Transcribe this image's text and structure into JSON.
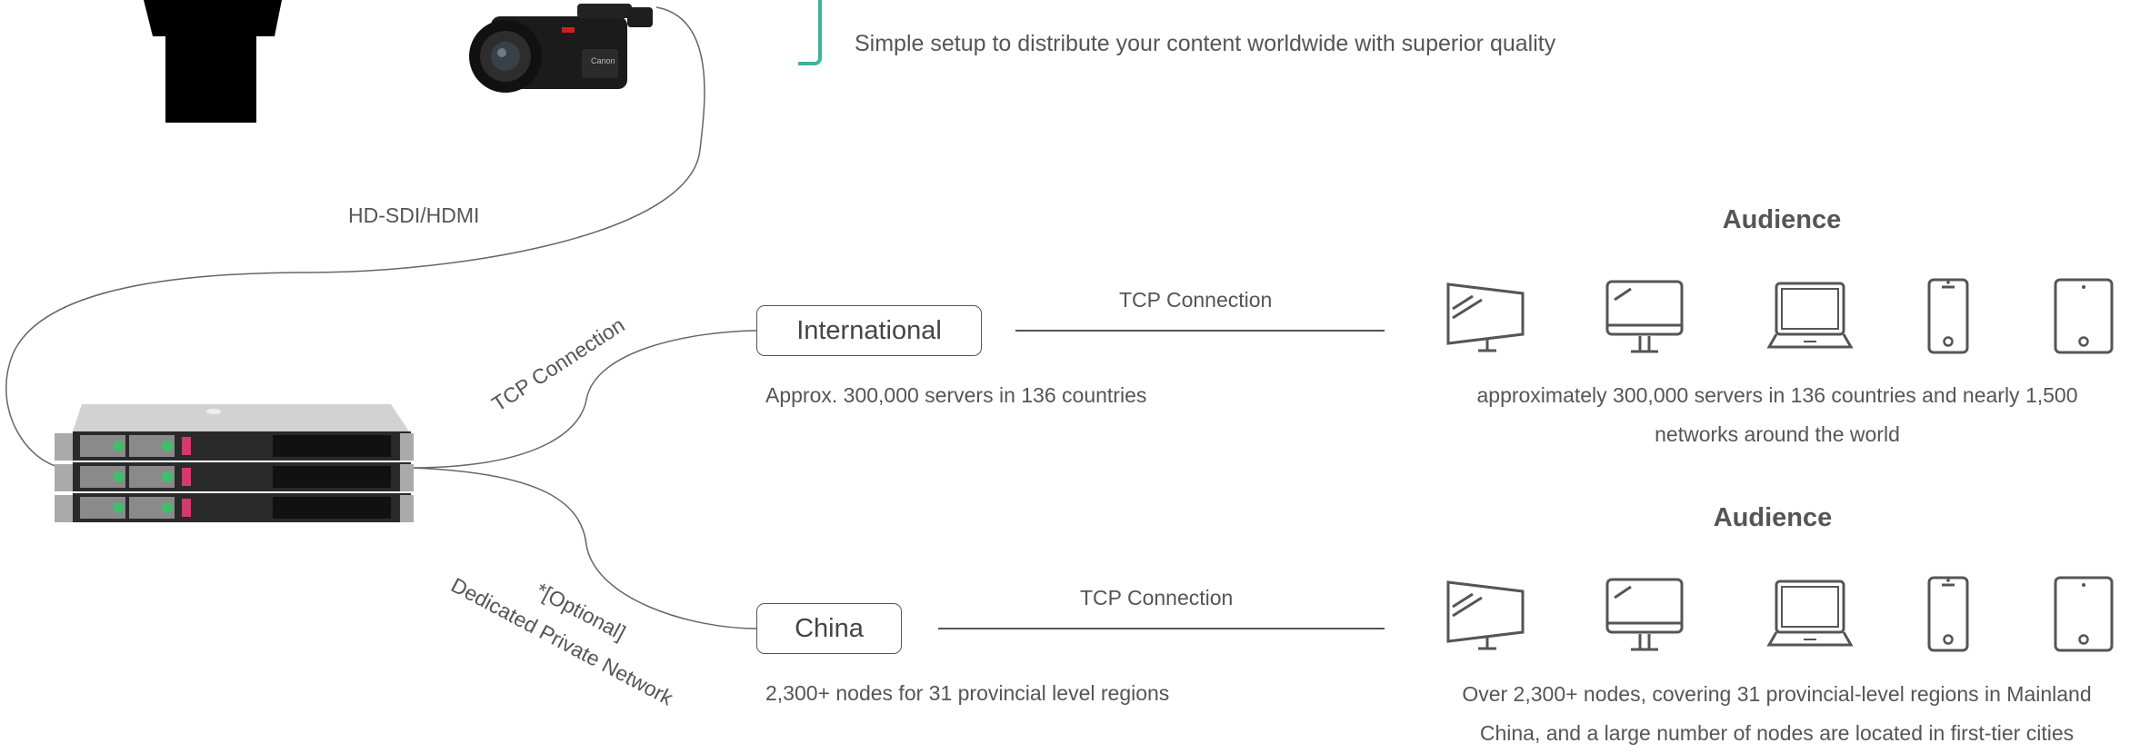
{
  "header": {
    "subtitle": "Simple setup to distribute your content worldwide with superior quality",
    "accent_color": "#3cb39a"
  },
  "diagram": {
    "source_link_label": "HD-SDI/HDMI",
    "server_link_international_label": "TCP Connection",
    "server_link_china_label_line1": "*[Optional]",
    "server_link_china_label_line2": "Dedicated Private Network",
    "international": {
      "node_label": "International",
      "node_desc": "Approx. 300,000 servers in 136 countries",
      "connection_label": "TCP Connection",
      "audience_title": "Audience",
      "audience_desc": "approximately 300,000 servers in 136 countries and nearly 1,500 networks around the world"
    },
    "china": {
      "node_label": "China",
      "node_desc": "2,300+ nodes for 31 provincial level regions",
      "connection_label": "TCP Connection",
      "audience_title": "Audience",
      "audience_desc": "Over 2,300+ nodes, covering 31 provincial-level regions in Mainland China, and a large number of nodes are located in first-tier cities"
    },
    "device_icons": [
      "tv-icon",
      "desktop-icon",
      "laptop-icon",
      "smartphone-icon",
      "tablet-icon"
    ]
  }
}
